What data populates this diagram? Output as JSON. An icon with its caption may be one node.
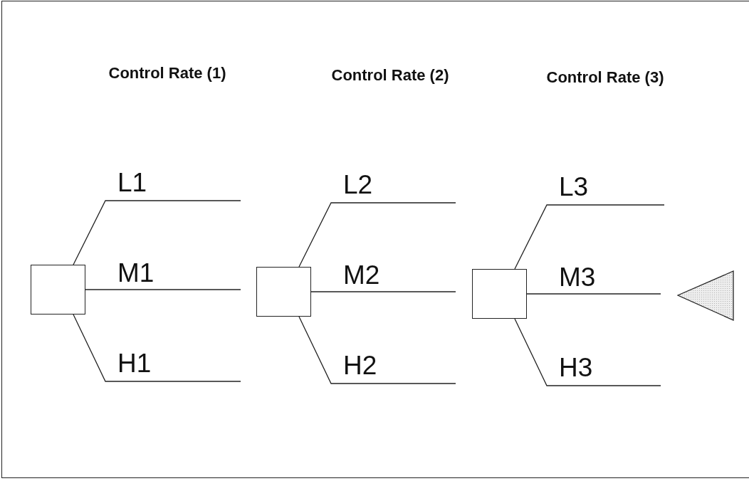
{
  "diagram": {
    "nodes": [
      {
        "text": [],
        "shape": "box"
      },
      {
        "text": [],
        "shape": "box"
      },
      {
        "text": [],
        "shape": "box"
      },
      {
        "text": [],
        "shape": "triangle"
      }
    ],
    "edges": [
      {
        "from": 0,
        "to": null,
        "arrow": "none",
        "label": "L1"
      },
      {
        "from": 0,
        "to": null,
        "arrow": "none",
        "label": "M1"
      },
      {
        "from": 0,
        "to": null,
        "arrow": "none",
        "label": "H1"
      },
      {
        "from": 1,
        "to": null,
        "arrow": "none",
        "label": "L2"
      },
      {
        "from": 1,
        "to": null,
        "arrow": "none",
        "label": "M2"
      },
      {
        "from": 1,
        "to": null,
        "arrow": "none",
        "label": "H2"
      },
      {
        "from": 2,
        "to": null,
        "arrow": "none",
        "label": "L3"
      },
      {
        "from": 2,
        "to": null,
        "arrow": "none",
        "label": "M3"
      },
      {
        "from": 2,
        "to": null,
        "arrow": "none",
        "label": "H3"
      }
    ],
    "labels": [
      "Control Rate (1)",
      "Control Rate (2)",
      "Control Rate (3)"
    ]
  }
}
